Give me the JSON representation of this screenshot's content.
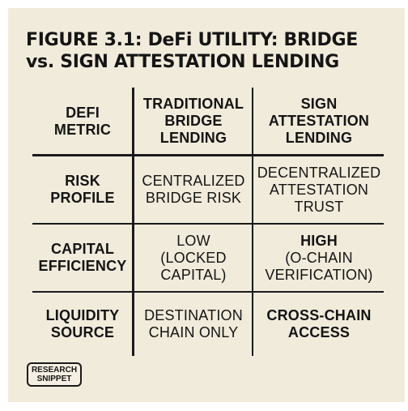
{
  "title": {
    "line1": "FIGURE 3.1: DeFi UTILITY: BRIDGE",
    "line2": "vs. SIGN ATTESTATION LENDING"
  },
  "table": {
    "headers": [
      {
        "lines": [
          "DEFI",
          "METRIC"
        ]
      },
      {
        "lines": [
          "TRADITIONAL",
          "BRIDGE",
          "LENDING"
        ]
      },
      {
        "lines": [
          "SIGN",
          "ATTESTATION",
          "LENDING"
        ]
      }
    ],
    "rows": [
      {
        "metric": [
          "RISK",
          "PROFILE"
        ],
        "bridge": [
          "CENTRALIZED",
          "BRIDGE RISK"
        ],
        "sign": [
          "DECENTRALIZED",
          "ATTESTATION",
          "TRUST"
        ]
      },
      {
        "metric": [
          "CAPITAL",
          "EFFICIENCY"
        ],
        "bridge": [
          "LOW",
          "(LOCKED",
          "CAPITAL)"
        ],
        "sign": [
          "HIGH",
          "(O-CHAIN",
          "VERIFICATION)"
        ]
      },
      {
        "metric": [
          "LIQUIDITY",
          "SOURCE"
        ],
        "bridge": [
          "DESTINATION",
          "CHAIN ONLY"
        ],
        "sign": [
          "CROSS-CHAIN",
          "ACCESS"
        ]
      }
    ]
  },
  "badge": {
    "lines": [
      "RESEARCH",
      "SNIPPET"
    ]
  }
}
